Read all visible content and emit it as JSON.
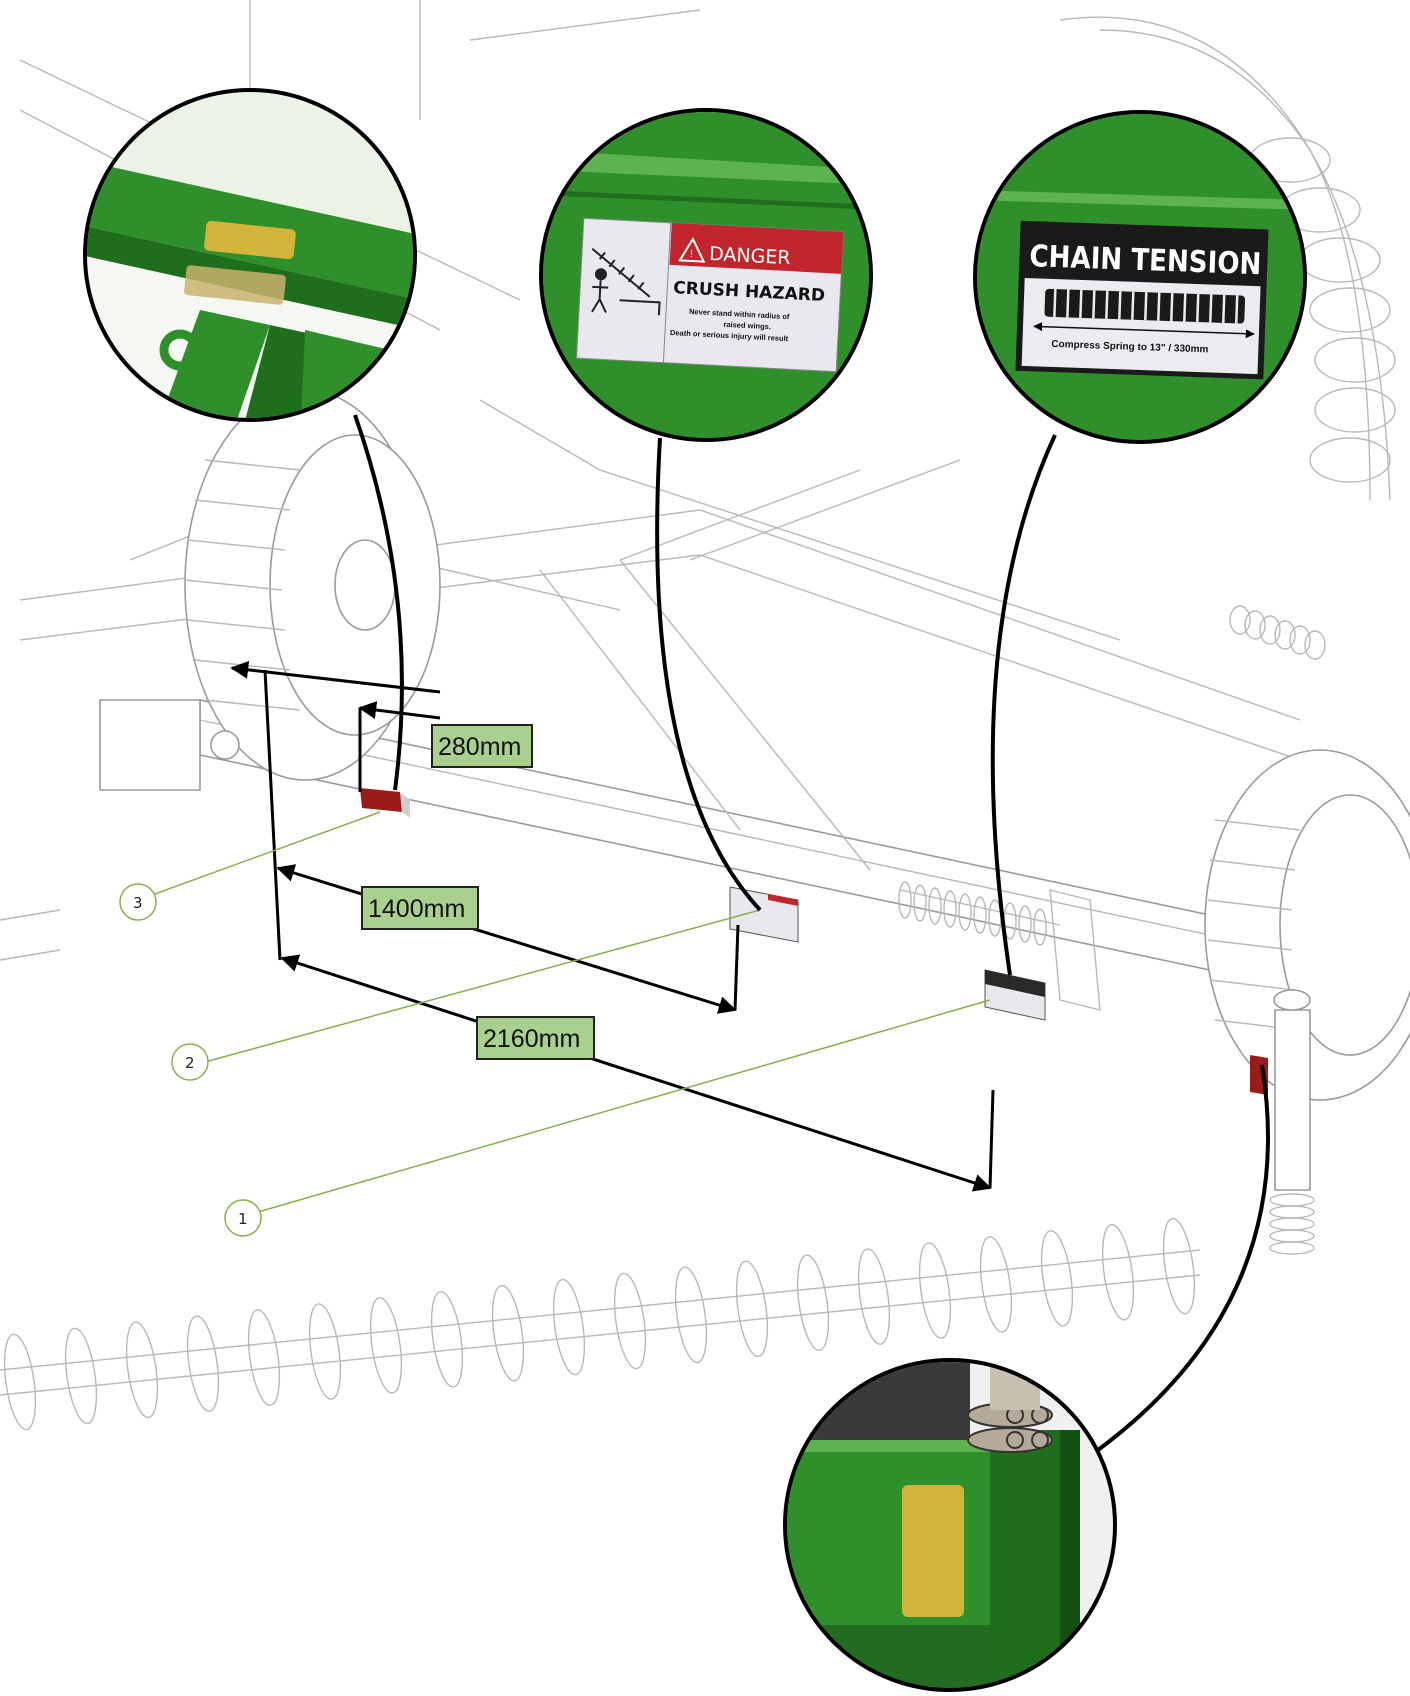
{
  "dimensions": [
    {
      "label": "280mm"
    },
    {
      "label": "1400mm"
    },
    {
      "label": "2160mm"
    }
  ],
  "callouts": [
    {
      "number": "1"
    },
    {
      "number": "2"
    },
    {
      "number": "3"
    }
  ],
  "danger_decal": {
    "header": "DANGER",
    "title": "CRUSH HAZARD",
    "line1": "Never stand within radius of",
    "line2": "raised wings.",
    "line3": "Death or serious injury will result"
  },
  "chain_decal": {
    "title": "CHAIN TENSION",
    "caption": "Compress Spring to 13\" / 330mm"
  },
  "colors": {
    "machine_green": "#2f8f2a",
    "dimension_fill": "#a9d08e",
    "reflector_red": "#9b1b1b",
    "reflector_amber": "#d2b53a",
    "leader_green": "#8cae4a"
  }
}
